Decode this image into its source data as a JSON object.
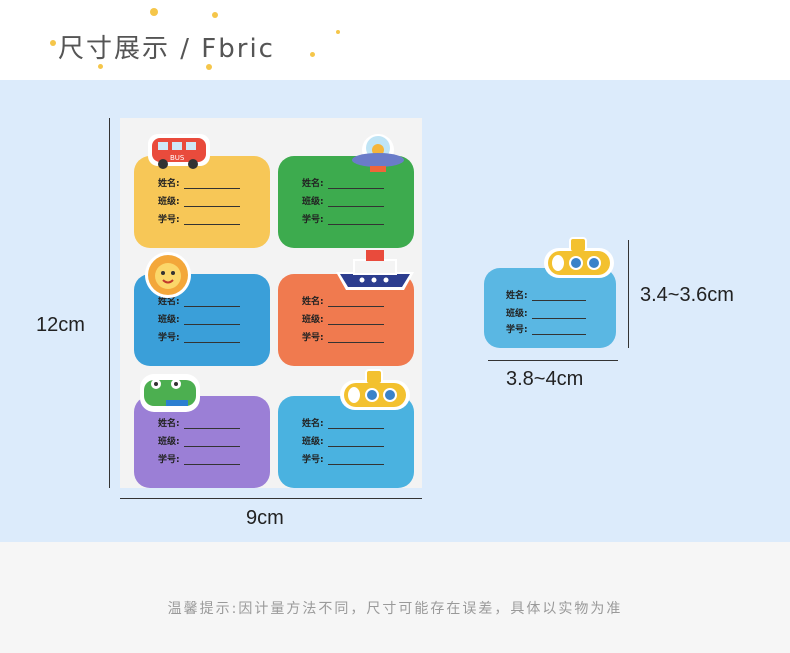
{
  "header": {
    "title": "尺寸展示 / Fbric"
  },
  "sheet": {
    "cards": [
      {
        "color": "#f7c757",
        "icon": "bus-sticker-icon",
        "label": "BUS"
      },
      {
        "color": "#3dab4e",
        "icon": "ufo-sticker-icon"
      },
      {
        "color": "#3a9fd9",
        "icon": "lion-sticker-icon"
      },
      {
        "color": "#f07a4f",
        "icon": "ship-sticker-icon"
      },
      {
        "color": "#9b7fd6",
        "icon": "crocodile-sticker-icon"
      },
      {
        "color": "#4ab2e0",
        "icon": "submarine-sticker-icon"
      }
    ],
    "fields": {
      "name": "姓名:",
      "class": "班级:",
      "number": "学号:"
    }
  },
  "dimensions": {
    "sheet_height": "12cm",
    "sheet_width": "9cm",
    "label_height": "3.4~3.6cm",
    "label_width": "3.8~4cm"
  },
  "footer": {
    "note": "温馨提示:因计量方法不同，尺寸可能存在误差，具体以实物为准"
  }
}
